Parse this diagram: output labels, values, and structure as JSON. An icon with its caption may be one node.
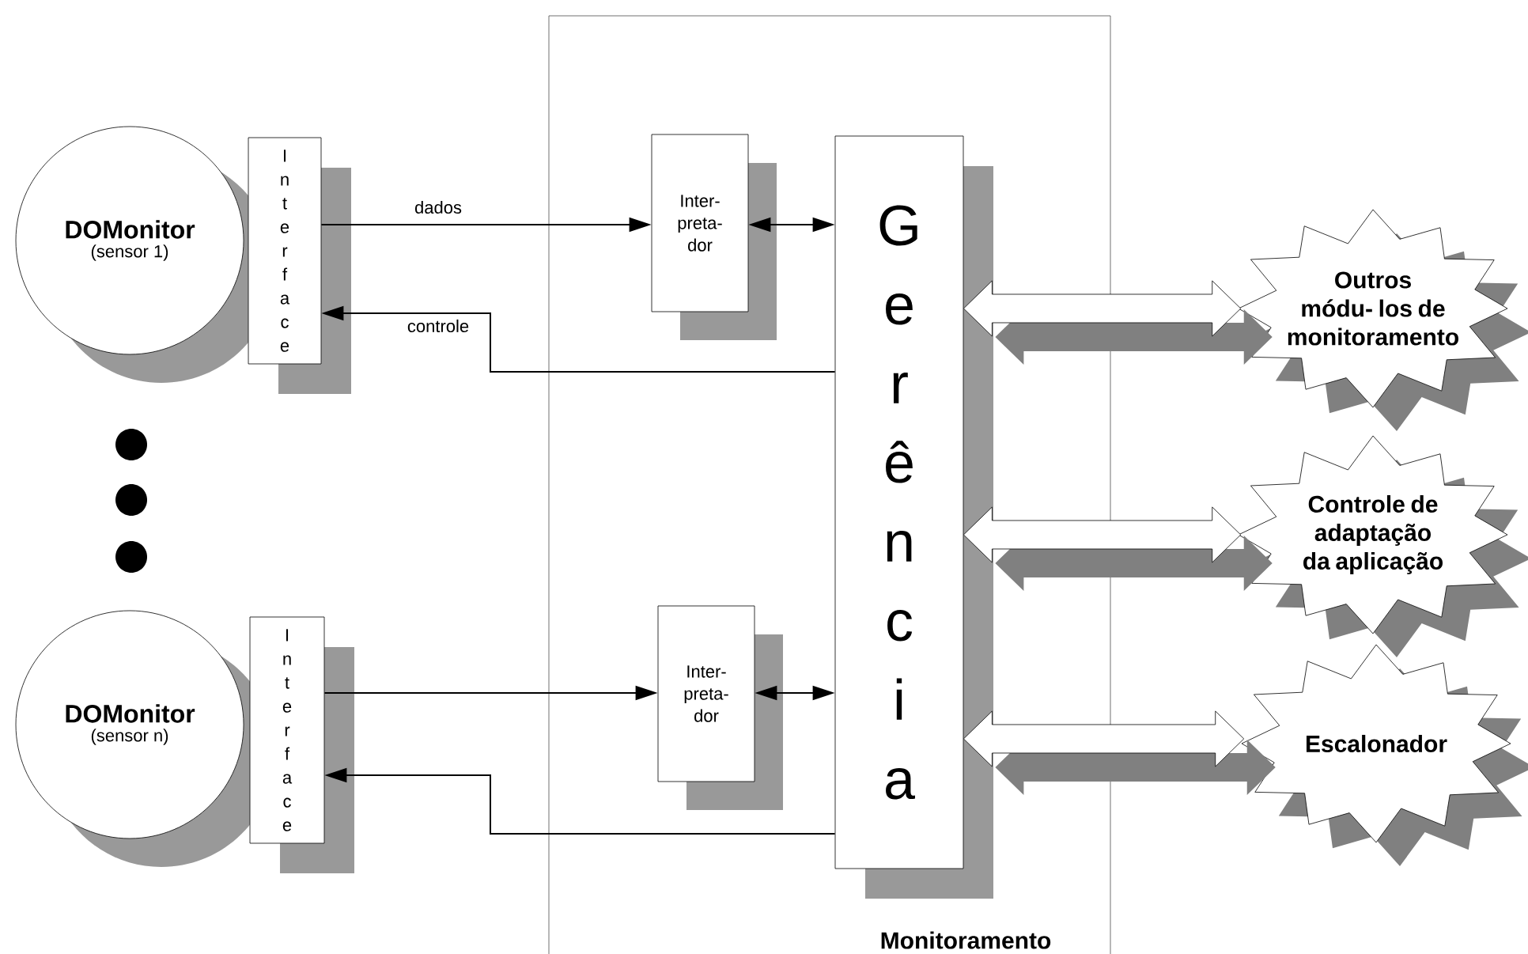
{
  "diagram": {
    "nodes": [
      {
        "text": [
          "Monitoramento"
        ]
      },
      {
        "text": [
          "DOMonitor",
          "(sensor 1)"
        ]
      },
      {
        "text": [
          "Interface"
        ]
      },
      {
        "text": [
          "Inter- preta- dor"
        ],
        "in": 0
      },
      {
        "text": [
          "Gerência"
        ],
        "in": 0
      },
      {
        "text": [
          "DOMonitor",
          "(sensor n)"
        ]
      },
      {
        "text": [
          "Interface"
        ]
      },
      {
        "text": [
          "Inter- preta- dor"
        ],
        "in": 0
      },
      {
        "text": [
          "Outros módu- los de monitoramento"
        ]
      },
      {
        "text": [
          "Controle de adaptação da aplicação"
        ]
      },
      {
        "text": [
          "Escalonador"
        ]
      }
    ],
    "edges": [
      {
        "from": 2,
        "to": 3,
        "arrow": "to",
        "label": "dados"
      },
      {
        "from": 4,
        "to": 2,
        "arrow": "to",
        "label": "controle"
      },
      {
        "from": 3,
        "to": 4,
        "arrow": "both"
      },
      {
        "from": 6,
        "to": 7,
        "arrow": "to"
      },
      {
        "from": 4,
        "to": 6,
        "arrow": "to"
      },
      {
        "from": 7,
        "to": 4,
        "arrow": "both"
      },
      {
        "from": 4,
        "to": 8,
        "arrow": "both",
        "style": "thick"
      },
      {
        "from": 4,
        "to": 9,
        "arrow": "both",
        "style": "thick"
      },
      {
        "from": 4,
        "to": 10,
        "arrow": "both",
        "style": "thick"
      }
    ]
  }
}
